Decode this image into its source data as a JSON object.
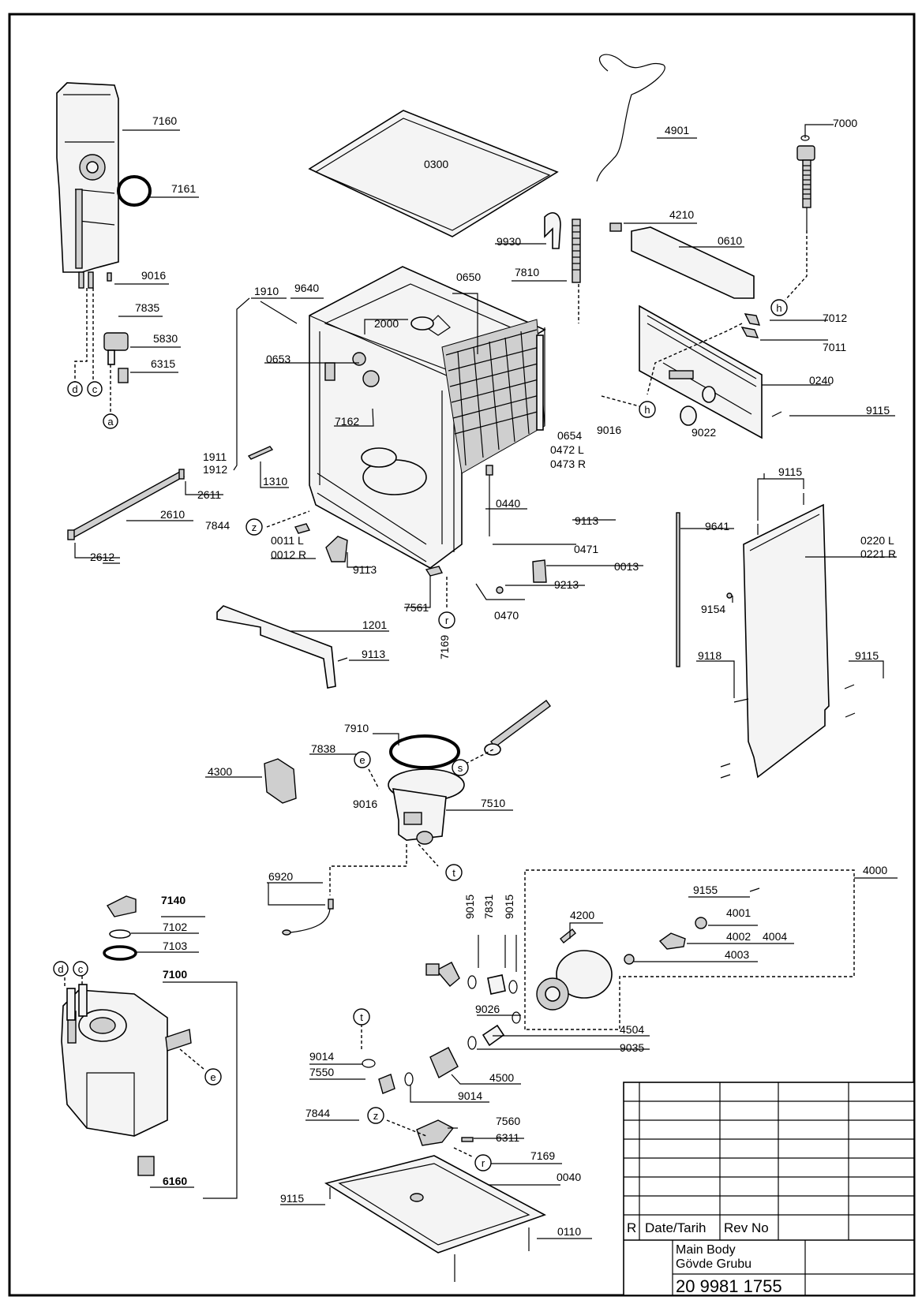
{
  "title_block": {
    "rev_col": "R",
    "date_col": "Date/Tarih",
    "revno_col": "Rev No",
    "name_en": "Main Body",
    "name_tr": "Gövde Grubu",
    "drawing_number": "20 9981 1755"
  },
  "callouts": {
    "a": "a",
    "c": "c",
    "d": "d",
    "e": "e",
    "h": "h",
    "r": "r",
    "s": "s",
    "t": "t",
    "z": "z"
  },
  "labels": {
    "p7160": "7160",
    "p7161": "7161",
    "p9016a": "9016",
    "p7835": "7835",
    "p5830": "5830",
    "p6315": "6315",
    "p0300": "0300",
    "p4901": "4901",
    "p7000": "7000",
    "p4210": "4210",
    "p9930": "9930",
    "p0610": "0610",
    "p7810": "7810",
    "p0650": "0650",
    "p1910": "1910",
    "p9640": "9640",
    "p2000": "2000",
    "p7012": "7012",
    "p7011": "7011",
    "p0653": "0653",
    "p0240": "0240",
    "p7162": "7162",
    "p9016b": "9016",
    "p9115a": "9115",
    "p9022": "9022",
    "p0654": "0654",
    "p0472": "0472 L",
    "p0473": "0473 R",
    "p1911": "1911",
    "p1912": "1912",
    "p1310": "1310",
    "p2611": "2611",
    "p2610": "2610",
    "p2612": "2612",
    "p7844a": "7844",
    "p0011": "0011 L",
    "p0012": "0012 R",
    "p9113a": "9113",
    "p0440": "0440",
    "p9113b": "9113",
    "p0471": "0471",
    "p0013": "0013",
    "p9213": "9213",
    "p7561": "7561",
    "p0470": "0470",
    "p7169a": "7169",
    "p9115b": "9115",
    "p9641": "9641",
    "p0220": "0220 L",
    "p0221": "0221 R",
    "p9154": "9154",
    "p1201": "1201",
    "p9113c": "9113",
    "p9118": "9118",
    "p9115c": "9115",
    "p7910": "7910",
    "p7838": "7838",
    "p4300": "4300",
    "p9016c": "9016",
    "p7510": "7510",
    "p6920": "6920",
    "p4000": "4000",
    "p9155": "9155",
    "p4001": "4001",
    "p4002": "4002",
    "p4004": "4004",
    "p4003": "4003",
    "p7140": "7140",
    "p7102": "7102",
    "p7103": "7103",
    "p9015a": "9015",
    "p7831": "7831",
    "p9015b": "9015",
    "p4200": "4200",
    "p7100": "7100",
    "p9026": "9026",
    "p4504": "4504",
    "p9035": "9035",
    "p9014a": "9014",
    "p7550": "7550",
    "p4500": "4500",
    "p9014b": "9014",
    "p7844b": "7844",
    "p7560": "7560",
    "p6311": "6311",
    "p7169b": "7169",
    "p6160": "6160",
    "p0040": "0040",
    "p9115d": "9115",
    "p0110": "0110"
  }
}
